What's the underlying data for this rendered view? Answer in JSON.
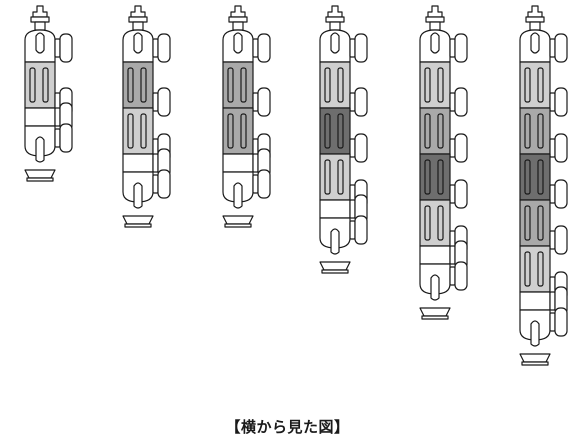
{
  "caption": "【横から見た図】",
  "colors": {
    "outline": "#1a1a1a",
    "body": "#ffffff",
    "arm_light": "#cfcfcf",
    "arm_mid": "#a9a9a9",
    "arm_dark": "#6e6e6e",
    "background": "#ffffff"
  },
  "figures": [
    {
      "label": "stand-1-no-extension",
      "extension_shades": [
        "light"
      ]
    },
    {
      "label": "stand-2-one-extension",
      "extension_shades": [
        "mid",
        "light"
      ]
    },
    {
      "label": "stand-3-two-extensions",
      "extension_shades": [
        "mid",
        "mid"
      ]
    },
    {
      "label": "stand-4-three-extensions",
      "extension_shades": [
        "light",
        "dark",
        "light"
      ]
    },
    {
      "label": "stand-5-four-extensions",
      "extension_shades": [
        "light",
        "mid",
        "dark",
        "light"
      ]
    },
    {
      "label": "stand-6-five-extensions",
      "extension_shades": [
        "light",
        "mid",
        "dark",
        "mid",
        "light"
      ]
    }
  ]
}
